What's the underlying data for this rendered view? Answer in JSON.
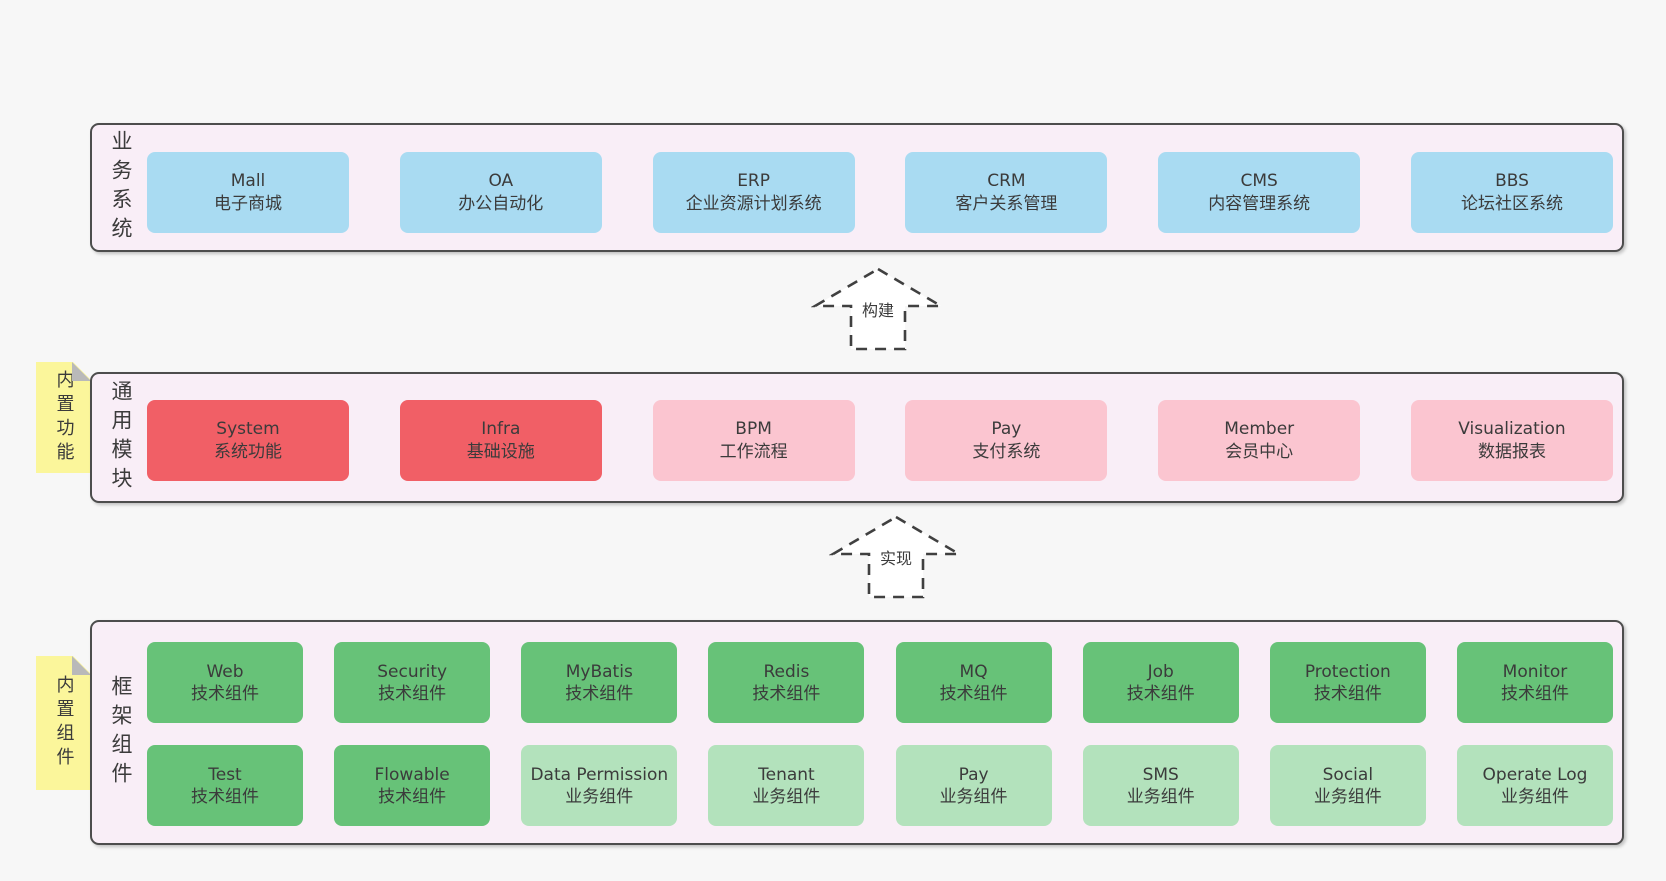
{
  "colors": {
    "page_bg": "#f7f7f7",
    "band_bg": "#f9eef7",
    "band_border": "#4d4d4d",
    "blue_node": "#a9dbf2",
    "red_node": "#f15f66",
    "pink_node": "#fbc5d0",
    "green_node": "#67c278",
    "lightgreen_node": "#b3e2bc",
    "sticky_yellow": "#fbf69b",
    "sticky_fold": "#b9b9b9",
    "text": "#3b3b3b"
  },
  "arrows": [
    {
      "label": "构建"
    },
    {
      "label": "实现"
    }
  ],
  "bands": [
    {
      "label": "业务系统",
      "boxes": [
        {
          "title": "Mall",
          "subtitle": "电子商城"
        },
        {
          "title": "OA",
          "subtitle": "办公自动化"
        },
        {
          "title": "ERP",
          "subtitle": "企业资源计划系统"
        },
        {
          "title": "CRM",
          "subtitle": "客户关系管理"
        },
        {
          "title": "CMS",
          "subtitle": "内容管理系统"
        },
        {
          "title": "BBS",
          "subtitle": "论坛社区系统"
        }
      ]
    },
    {
      "label": "通用模块",
      "sticky": "内置功能",
      "boxes": [
        {
          "title": "System",
          "subtitle": "系统功能"
        },
        {
          "title": "Infra",
          "subtitle": "基础设施"
        },
        {
          "title": "BPM",
          "subtitle": "工作流程"
        },
        {
          "title": "Pay",
          "subtitle": "支付系统"
        },
        {
          "title": "Member",
          "subtitle": "会员中心"
        },
        {
          "title": "Visualization",
          "subtitle": "数据报表"
        }
      ]
    },
    {
      "label": "框架组件",
      "sticky": "内置组件",
      "row1": [
        {
          "title": "Web",
          "subtitle": "技术组件"
        },
        {
          "title": "Security",
          "subtitle": "技术组件"
        },
        {
          "title": "MyBatis",
          "subtitle": "技术组件"
        },
        {
          "title": "Redis",
          "subtitle": "技术组件"
        },
        {
          "title": "MQ",
          "subtitle": "技术组件"
        },
        {
          "title": "Job",
          "subtitle": "技术组件"
        },
        {
          "title": "Protection",
          "subtitle": "技术组件"
        },
        {
          "title": "Monitor",
          "subtitle": "技术组件"
        }
      ],
      "row2": [
        {
          "title": "Test",
          "subtitle": "技术组件"
        },
        {
          "title": "Flowable",
          "subtitle": "技术组件"
        },
        {
          "title": "Data Permission",
          "subtitle": "业务组件"
        },
        {
          "title": "Tenant",
          "subtitle": "业务组件"
        },
        {
          "title": "Pay",
          "subtitle": "业务组件"
        },
        {
          "title": "SMS",
          "subtitle": "业务组件"
        },
        {
          "title": "Social",
          "subtitle": "业务组件"
        },
        {
          "title": "Operate Log",
          "subtitle": "业务组件"
        }
      ]
    }
  ]
}
